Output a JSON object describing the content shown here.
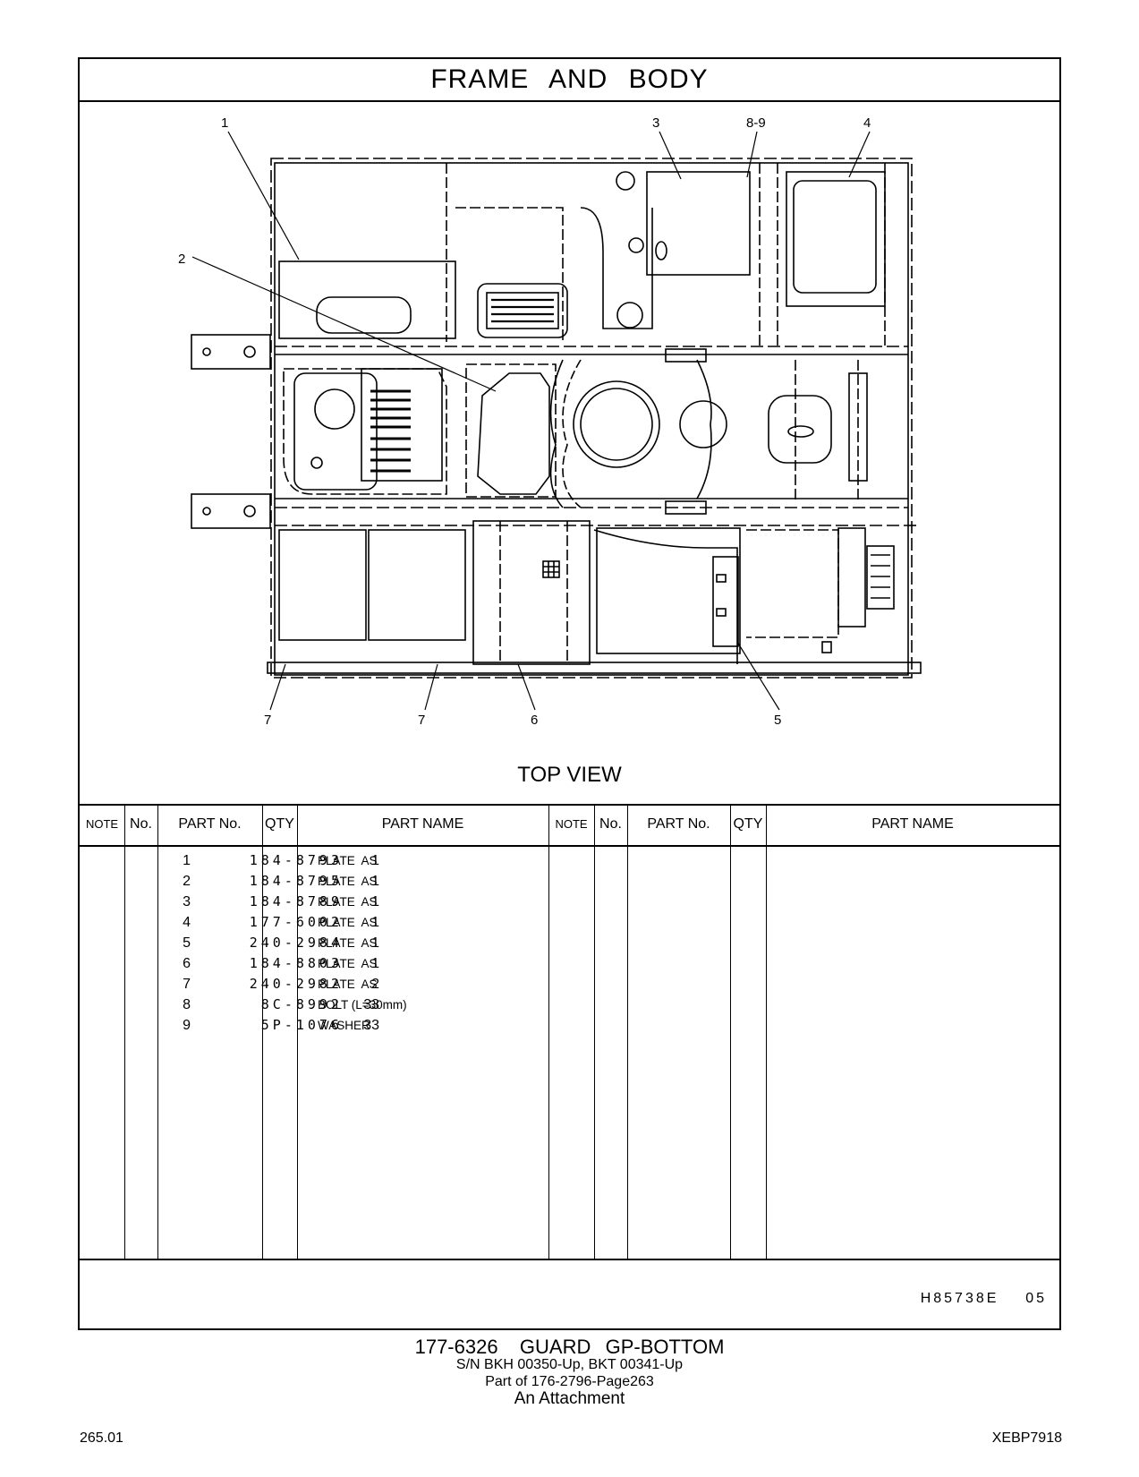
{
  "title": "FRAME   AND   BODY",
  "diagram": {
    "view_label": "TOP VIEW",
    "callouts": [
      "1",
      "2",
      "3",
      "8-9",
      "4",
      "7",
      "7",
      "6",
      "5"
    ]
  },
  "table": {
    "headers": [
      "NOTE",
      "No.",
      "PART No.",
      "QTY",
      "PART NAME",
      "NOTE",
      "No.",
      "PART No.",
      "QTY",
      "PART NAME"
    ],
    "rows": [
      {
        "no": "1",
        "part_no": "184-8793",
        "qty": "1",
        "name": "PLATE  AS"
      },
      {
        "no": "2",
        "part_no": "184-8795",
        "qty": "1",
        "name": "PLATE  AS"
      },
      {
        "no": "3",
        "part_no": "184-8789",
        "qty": "1",
        "name": "PLATE  AS"
      },
      {
        "no": "4",
        "part_no": "177-6002",
        "qty": "1",
        "name": "PLATE  AS"
      },
      {
        "no": "5",
        "part_no": "240-2984",
        "qty": "1",
        "name": "PLATE  AS"
      },
      {
        "no": "6",
        "part_no": "184-8803",
        "qty": "1",
        "name": "PLATE  AS"
      },
      {
        "no": "7",
        "part_no": "240-2982",
        "qty": "2",
        "name": "PLATE  AS"
      },
      {
        "no": "8",
        "part_no": "8C-8992",
        "qty": "33",
        "name": "BOLT (L=30mm)"
      },
      {
        "no": "9",
        "part_no": "5P-1076",
        "qty": "33",
        "name": "WASHER"
      }
    ],
    "drawing_code": "H85738E    05"
  },
  "caption": {
    "line1": "177-6326   GUARD  GP-BOTTOM",
    "line2": "S/N BKH 00350-Up, BKT 00341-Up",
    "line3": "Part of 176-2796-Page263",
    "line4": "An Attachment"
  },
  "page_number": "265.01",
  "doc_code": "XEBP7918"
}
